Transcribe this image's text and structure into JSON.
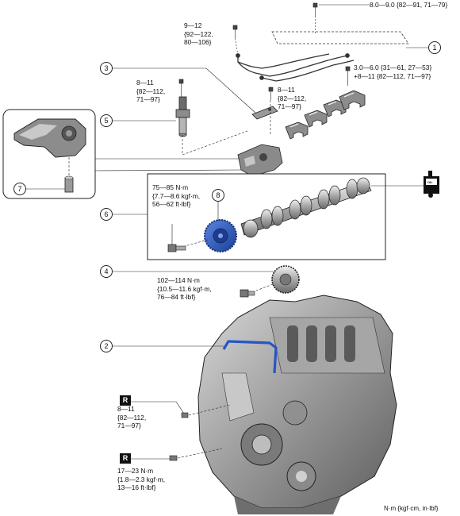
{
  "callouts": [
    {
      "id": "1",
      "part": "oil-pipes"
    },
    {
      "id": "2",
      "part": "cylinder-head-gasket-seal"
    },
    {
      "id": "3",
      "part": "camshaft-position-sensor"
    },
    {
      "id": "4",
      "part": "crank-pulley-plate"
    },
    {
      "id": "5",
      "part": "oil-control-valve"
    },
    {
      "id": "6",
      "part": "camshaft-assembly"
    },
    {
      "id": "7",
      "part": "dowel-pin"
    },
    {
      "id": "8",
      "part": "variable-valve-timing-actuator"
    }
  ],
  "torques": {
    "t1": [
      "8.0—9.0 {82—91, 71—79}"
    ],
    "t2": [
      "9—12",
      "{92—122,",
      "80—106}"
    ],
    "t3": [
      "3.0—6.0 {31—61, 27—53}",
      "+8—11 {82—112, 71—97}"
    ],
    "t4": [
      "8—11",
      "{82—112,",
      "71—97}"
    ],
    "t5": [
      "8—11",
      "{82—112,",
      "71—97}"
    ],
    "t6": [
      "75—85 N·m",
      "{7.7—8.6 kgf·m,",
      "56—62 ft·lbf}"
    ],
    "t7": [
      "102—114 N·m",
      "{10.5—11.6 kgf·m,",
      "76—84 ft·lbf}"
    ],
    "t8": [
      "8—11",
      "{82—112,",
      "71—97}"
    ],
    "t9": [
      "17—23 N·m",
      "{1.8—2.3 kgf·m,",
      "13—16 ft·lbf}"
    ]
  },
  "badges": {
    "replace": "R",
    "oil": "OIL"
  },
  "units_legend": "N·m {kgf·cm, in·lbf}",
  "colors": {
    "highlight": "#2456c4",
    "line": "#222222",
    "part_dark": "#6b6b6b",
    "part_light": "#c8c8c8"
  }
}
